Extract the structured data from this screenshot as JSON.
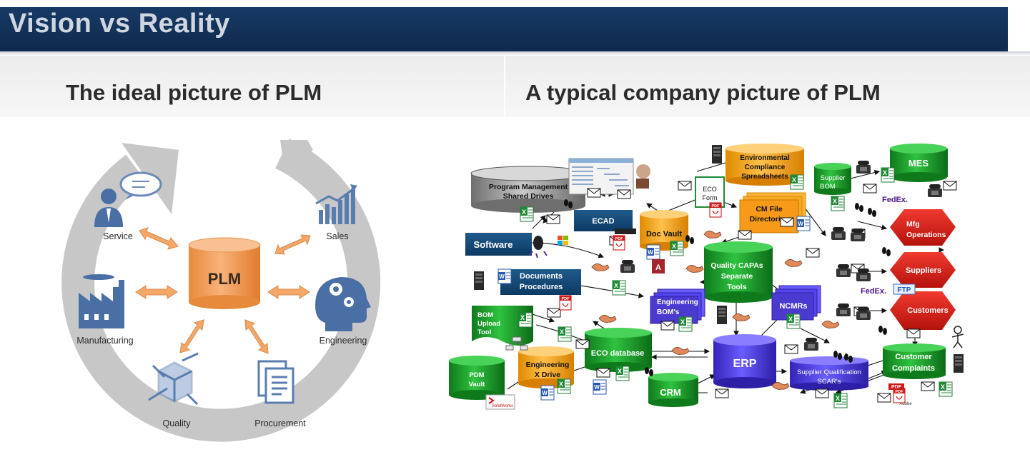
{
  "header": {
    "title": "Vision vs Reality"
  },
  "left": {
    "subtitle": "The ideal picture of PLM",
    "center": "PLM",
    "nodes": {
      "service": "Service",
      "sales": "Sales",
      "manufacturing": "Manufacturing",
      "engineering": "Engineering",
      "quality": "Quality",
      "procurement": "Procurement"
    }
  },
  "right": {
    "subtitle": "A typical company picture of PLM",
    "nodes": {
      "program_mgmt": [
        "Program Management",
        "Shared Drives"
      ],
      "ecad": "ECAD",
      "software": "Software",
      "documents": [
        "Documents",
        "Procedures"
      ],
      "bom_upload": [
        "BOM",
        "Upload",
        "Tool"
      ],
      "pdm_vault": [
        "PDM",
        "Vault"
      ],
      "eng_x_drive": [
        "Engineering",
        "X Drive"
      ],
      "eco_database": "ECO database",
      "crm": "CRM",
      "doc_vault": "Doc Vault",
      "eco_form": [
        "ECO",
        "Form"
      ],
      "env_compliance": [
        "Environmental",
        "Compliance",
        "Spreadsheets"
      ],
      "cm_file": [
        "CM File",
        "Directories"
      ],
      "quality_capas": [
        "Quality CAPAs",
        "Separate",
        "Tools"
      ],
      "eng_boms": [
        "Engineering",
        "BOM's"
      ],
      "ncmrs": "NCMRs",
      "erp": "ERP",
      "supplier_bom": [
        "Supplier",
        "BOM"
      ],
      "supplier_qual": [
        "Supplier Qualification",
        "SCAR's"
      ],
      "mes": "MES",
      "mfg_ops": [
        "Mfg",
        "Operations"
      ],
      "suppliers": "Suppliers",
      "customers": "Customers",
      "customer_complaints": [
        "Customer",
        "Complaints"
      ]
    },
    "logos": {
      "fedex1": "FedEx.",
      "fedex2": "FedEx.",
      "ftp": "FTP",
      "pdf": "PDF",
      "adobe": "Adobe",
      "solidworks": "SolidWorks"
    }
  },
  "colors": {
    "banner": "#173a66",
    "plm_orange": "#f0a060",
    "grey_circle": "#c8c8c8",
    "icon_blue": "#4a6fa5",
    "green": "#1f9a2f",
    "orange": "#f5a623",
    "purple": "#4b3ad0",
    "red": "#d91e18",
    "gray": "#7a7a7a"
  }
}
